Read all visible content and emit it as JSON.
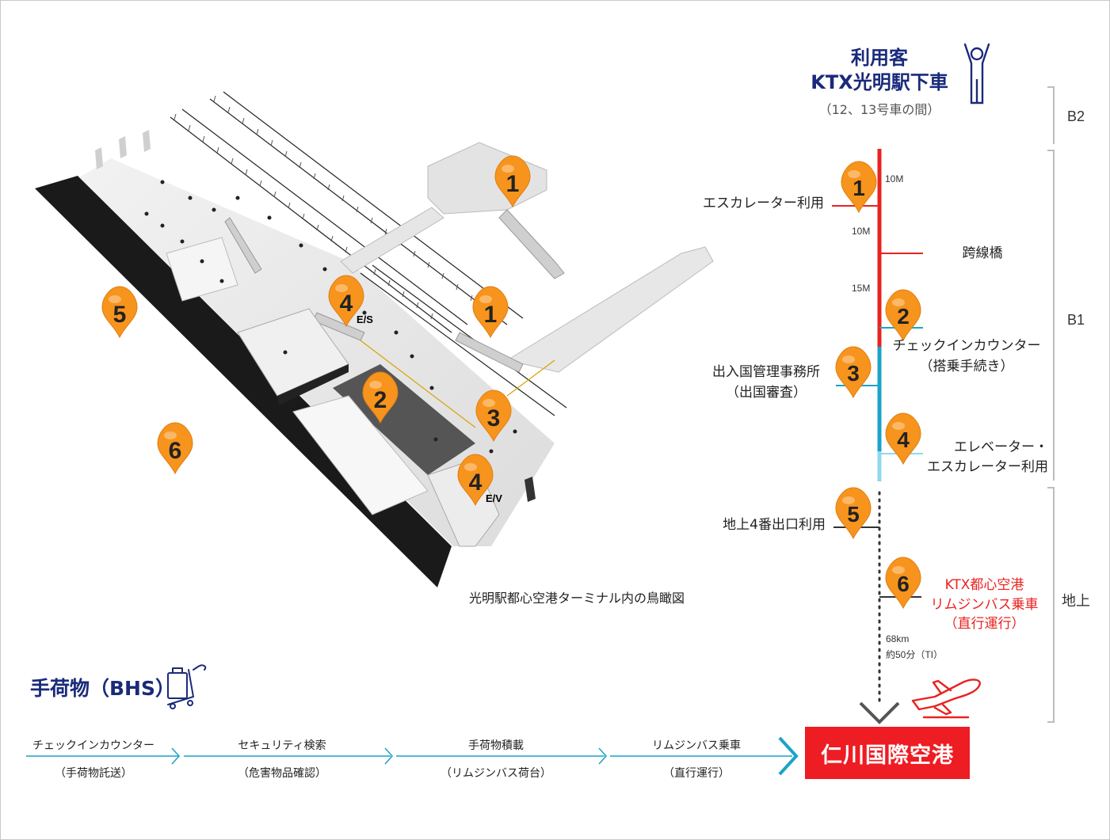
{
  "header": {
    "line1": "利用客",
    "line2": "KTX光明駅下車",
    "line3": "（12、13号車の間）"
  },
  "levels": {
    "b2": "B2",
    "b1": "B1",
    "ground": "地上"
  },
  "distances": {
    "d1": "10M",
    "d2": "10M",
    "d3": "15M"
  },
  "steps": {
    "s1": "エスカレーター利用",
    "bridge": "跨線橋",
    "s2_line1": "チェックインカウンター",
    "s2_line2": "（搭乗手続き）",
    "s3_line1": "出入国管理事務所",
    "s3_line2": "（出国審査）",
    "s4_line1": "エレベーター・",
    "s4_line2": "エスカレーター利用",
    "s5": "地上4番出口利用",
    "s6_line1": "KTX都心空港",
    "s6_line2": "リムジンバス乗車",
    "s6_line3": "（直行運行）"
  },
  "travel": {
    "distance": "68km",
    "time": "約50分（TI）"
  },
  "map": {
    "caption": "光明駅都心空港ターミナル内の鳥瞰図",
    "es_label": "E/S",
    "ev_label": "E/V"
  },
  "bhs": {
    "title": "手荷物（BHS）",
    "flow": [
      {
        "top": "チェックインカウンター",
        "bottom": "（手荷物託送）",
        "red": false
      },
      {
        "top": "セキュリティ検索",
        "bottom": "（危害物品確認）",
        "red": false
      },
      {
        "top": "手荷物積載",
        "bottom": "（リムジンバス荷台）",
        "red": false
      },
      {
        "top": "リムジンバス乗車",
        "bottom": "（直行運行）",
        "red": true
      }
    ],
    "destination": "仁川国際空港"
  },
  "markers": {
    "m1": "1",
    "m2": "2",
    "m3": "3",
    "m4": "4",
    "m5": "5",
    "m6": "6"
  },
  "colors": {
    "pin": "#f7941d",
    "red_line": "#e8231f",
    "teal_line": "#1aa3c7",
    "light_teal": "#8fd8ee",
    "navy": "#1a2a7a",
    "dest": "#ee1c23"
  }
}
